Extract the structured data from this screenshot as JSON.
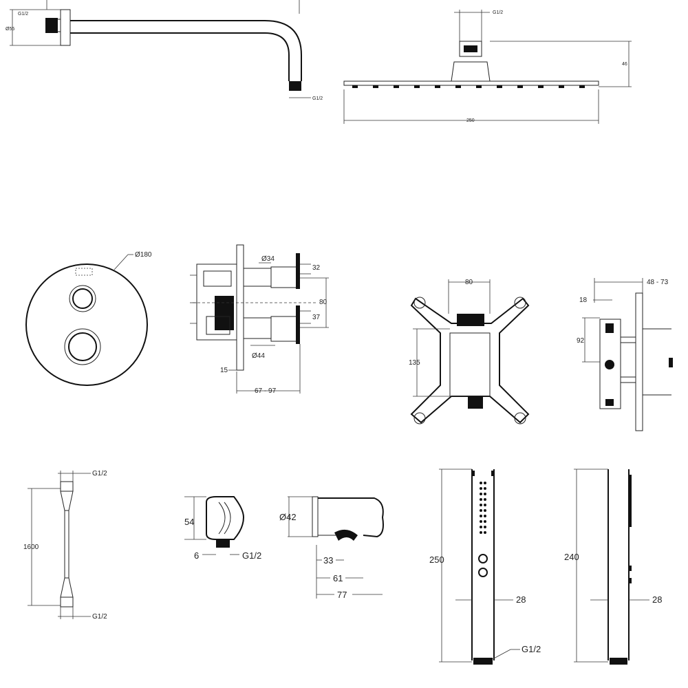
{
  "drawing": {
    "shower_arm": {
      "d_g12_top": "G1/2",
      "d_diameter": "Ø55",
      "d_g12_outlet": "G1/2"
    },
    "shower_head": {
      "d_g12": "G1/2",
      "d_height": "46",
      "d_width": "250"
    },
    "trim_plate": {
      "d_diameter": "Ø180"
    },
    "valve_side": {
      "d_d34": "Ø34",
      "d_32": "32",
      "d_80": "80",
      "d_37": "37",
      "d_d44": "Ø44",
      "d_15": "15",
      "d_depth": "67 - 97"
    },
    "mount_bracket": {
      "d_80": "80",
      "d_135": "135"
    },
    "bracket_side": {
      "d_depth": "48 - 73",
      "d_18": "18",
      "d_92": "92"
    },
    "hose": {
      "d_g12_top": "G1/2",
      "d_length": "1600",
      "d_g12_bottom": "G1/2"
    },
    "wall_outlet": {
      "d_54": "54",
      "d_6": "6",
      "d_g12": "G1/2"
    },
    "holder": {
      "d_d42": "Ø42",
      "d_33": "33",
      "d_61": "61",
      "d_77": "77"
    },
    "handshower_front": {
      "d_250": "250",
      "d_28": "28",
      "d_g12": "G1/2"
    },
    "handshower_side": {
      "d_240": "240",
      "d_28": "28"
    }
  }
}
